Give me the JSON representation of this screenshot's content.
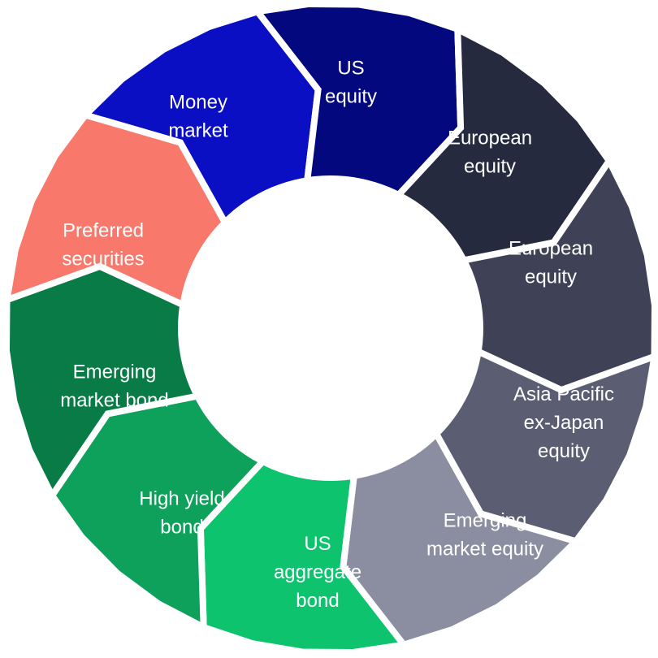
{
  "segments": [
    {
      "lines": [
        "US",
        "equity"
      ],
      "color": "#0a0fc4"
    },
    {
      "lines": [
        "European",
        "equity"
      ],
      "color": "#03087e"
    },
    {
      "lines": [
        "European",
        "equity"
      ],
      "color": "#262a3f"
    },
    {
      "lines": [
        "Asia Pacific",
        "ex-Japan",
        "equity"
      ],
      "color": "#3f4256"
    },
    {
      "lines": [
        "Emerging",
        "market equity"
      ],
      "color": "#5b5e72"
    },
    {
      "lines": [
        "US",
        "aggregate",
        "bond"
      ],
      "color": "#8b8da0"
    },
    {
      "lines": [
        "High yield",
        "bond"
      ],
      "color": "#0dc36e"
    },
    {
      "lines": [
        "Emerging",
        "market bond"
      ],
      "color": "#0ea15b"
    },
    {
      "lines": [
        "Preferred",
        "securities"
      ],
      "color": "#097b47"
    },
    {
      "lines": [
        "Money",
        "market"
      ],
      "color": "#f8786c"
    }
  ]
}
